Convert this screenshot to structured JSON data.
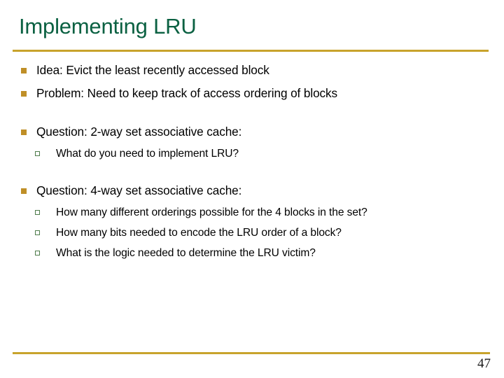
{
  "slide": {
    "title": "Implementing LRU",
    "page_number": "47",
    "colors": {
      "title_green": "#0b6142",
      "rule_gold": "#c8a32c",
      "bullet_gold": "#bf8f27",
      "sub_bullet_green": "#4e7c4b",
      "body_text": "#000000",
      "background": "#ffffff"
    },
    "icons": {
      "level1_bullet": "filled-square-bullet-icon",
      "level2_bullet": "hollow-square-bullet-icon"
    }
  },
  "content": {
    "blocks": [
      {
        "level": 1,
        "text": "Idea: Evict the least recently accessed block"
      },
      {
        "level": 1,
        "text": "Problem: Need to keep track of access ordering of blocks"
      },
      {
        "level": 1,
        "text": "Question: 2-way set associative cache:"
      },
      {
        "level": 2,
        "text": "What do you need to implement LRU?"
      },
      {
        "level": 1,
        "text": "Question: 4-way set associative cache:"
      },
      {
        "level": 2,
        "text": "How many different orderings possible for the 4 blocks in the set?"
      },
      {
        "level": 2,
        "text": "How many bits needed to encode the LRU order of a block?"
      },
      {
        "level": 2,
        "text": "What is the logic needed to determine the LRU victim?"
      }
    ]
  }
}
